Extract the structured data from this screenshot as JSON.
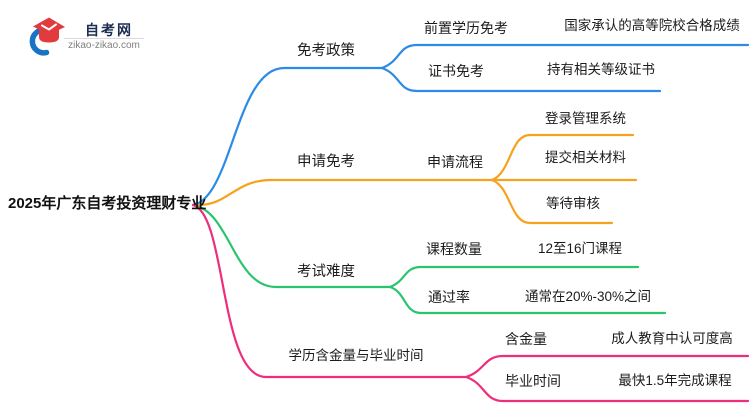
{
  "logo": {
    "site_name": "自考网",
    "site_url": "zikao-zikao.com",
    "icon": "graduation-cap-icon",
    "colors": {
      "crescent_blue": "#1A72C4",
      "cap_red": "#E23B3E",
      "name_navy": "#1C2D52",
      "url_gray": "#7F7F7F"
    }
  },
  "root": {
    "label": "2025年广东自考投资理财专业"
  },
  "branches": [
    {
      "id": "exemption-policy",
      "label": "免考政策",
      "color": "#2B8BE6",
      "children": [
        {
          "label": "前置学历免考",
          "leaf": "国家承认的高等院校合格成绩"
        },
        {
          "label": "证书免考",
          "leaf": "持有相关等级证书"
        }
      ]
    },
    {
      "id": "apply-exemption",
      "label": "申请免考",
      "color": "#F7A21F",
      "children": [
        {
          "label": "申请流程",
          "leaves": [
            "登录管理系统",
            "提交相关材料",
            "等待审核"
          ]
        }
      ]
    },
    {
      "id": "exam-difficulty",
      "label": "考试难度",
      "color": "#2BC46E",
      "children": [
        {
          "label": "课程数量",
          "leaf": "12至16门课程"
        },
        {
          "label": "通过率",
          "leaf": "通常在20%-30%之间"
        }
      ]
    },
    {
      "id": "value-and-graduation",
      "label": "学历含金量与毕业时间",
      "color": "#EE2D7C",
      "children": [
        {
          "label": "含金量",
          "leaf": "成人教育中认可度高"
        },
        {
          "label": "毕业时间",
          "leaf": "最快1.5年完成课程"
        }
      ]
    }
  ]
}
